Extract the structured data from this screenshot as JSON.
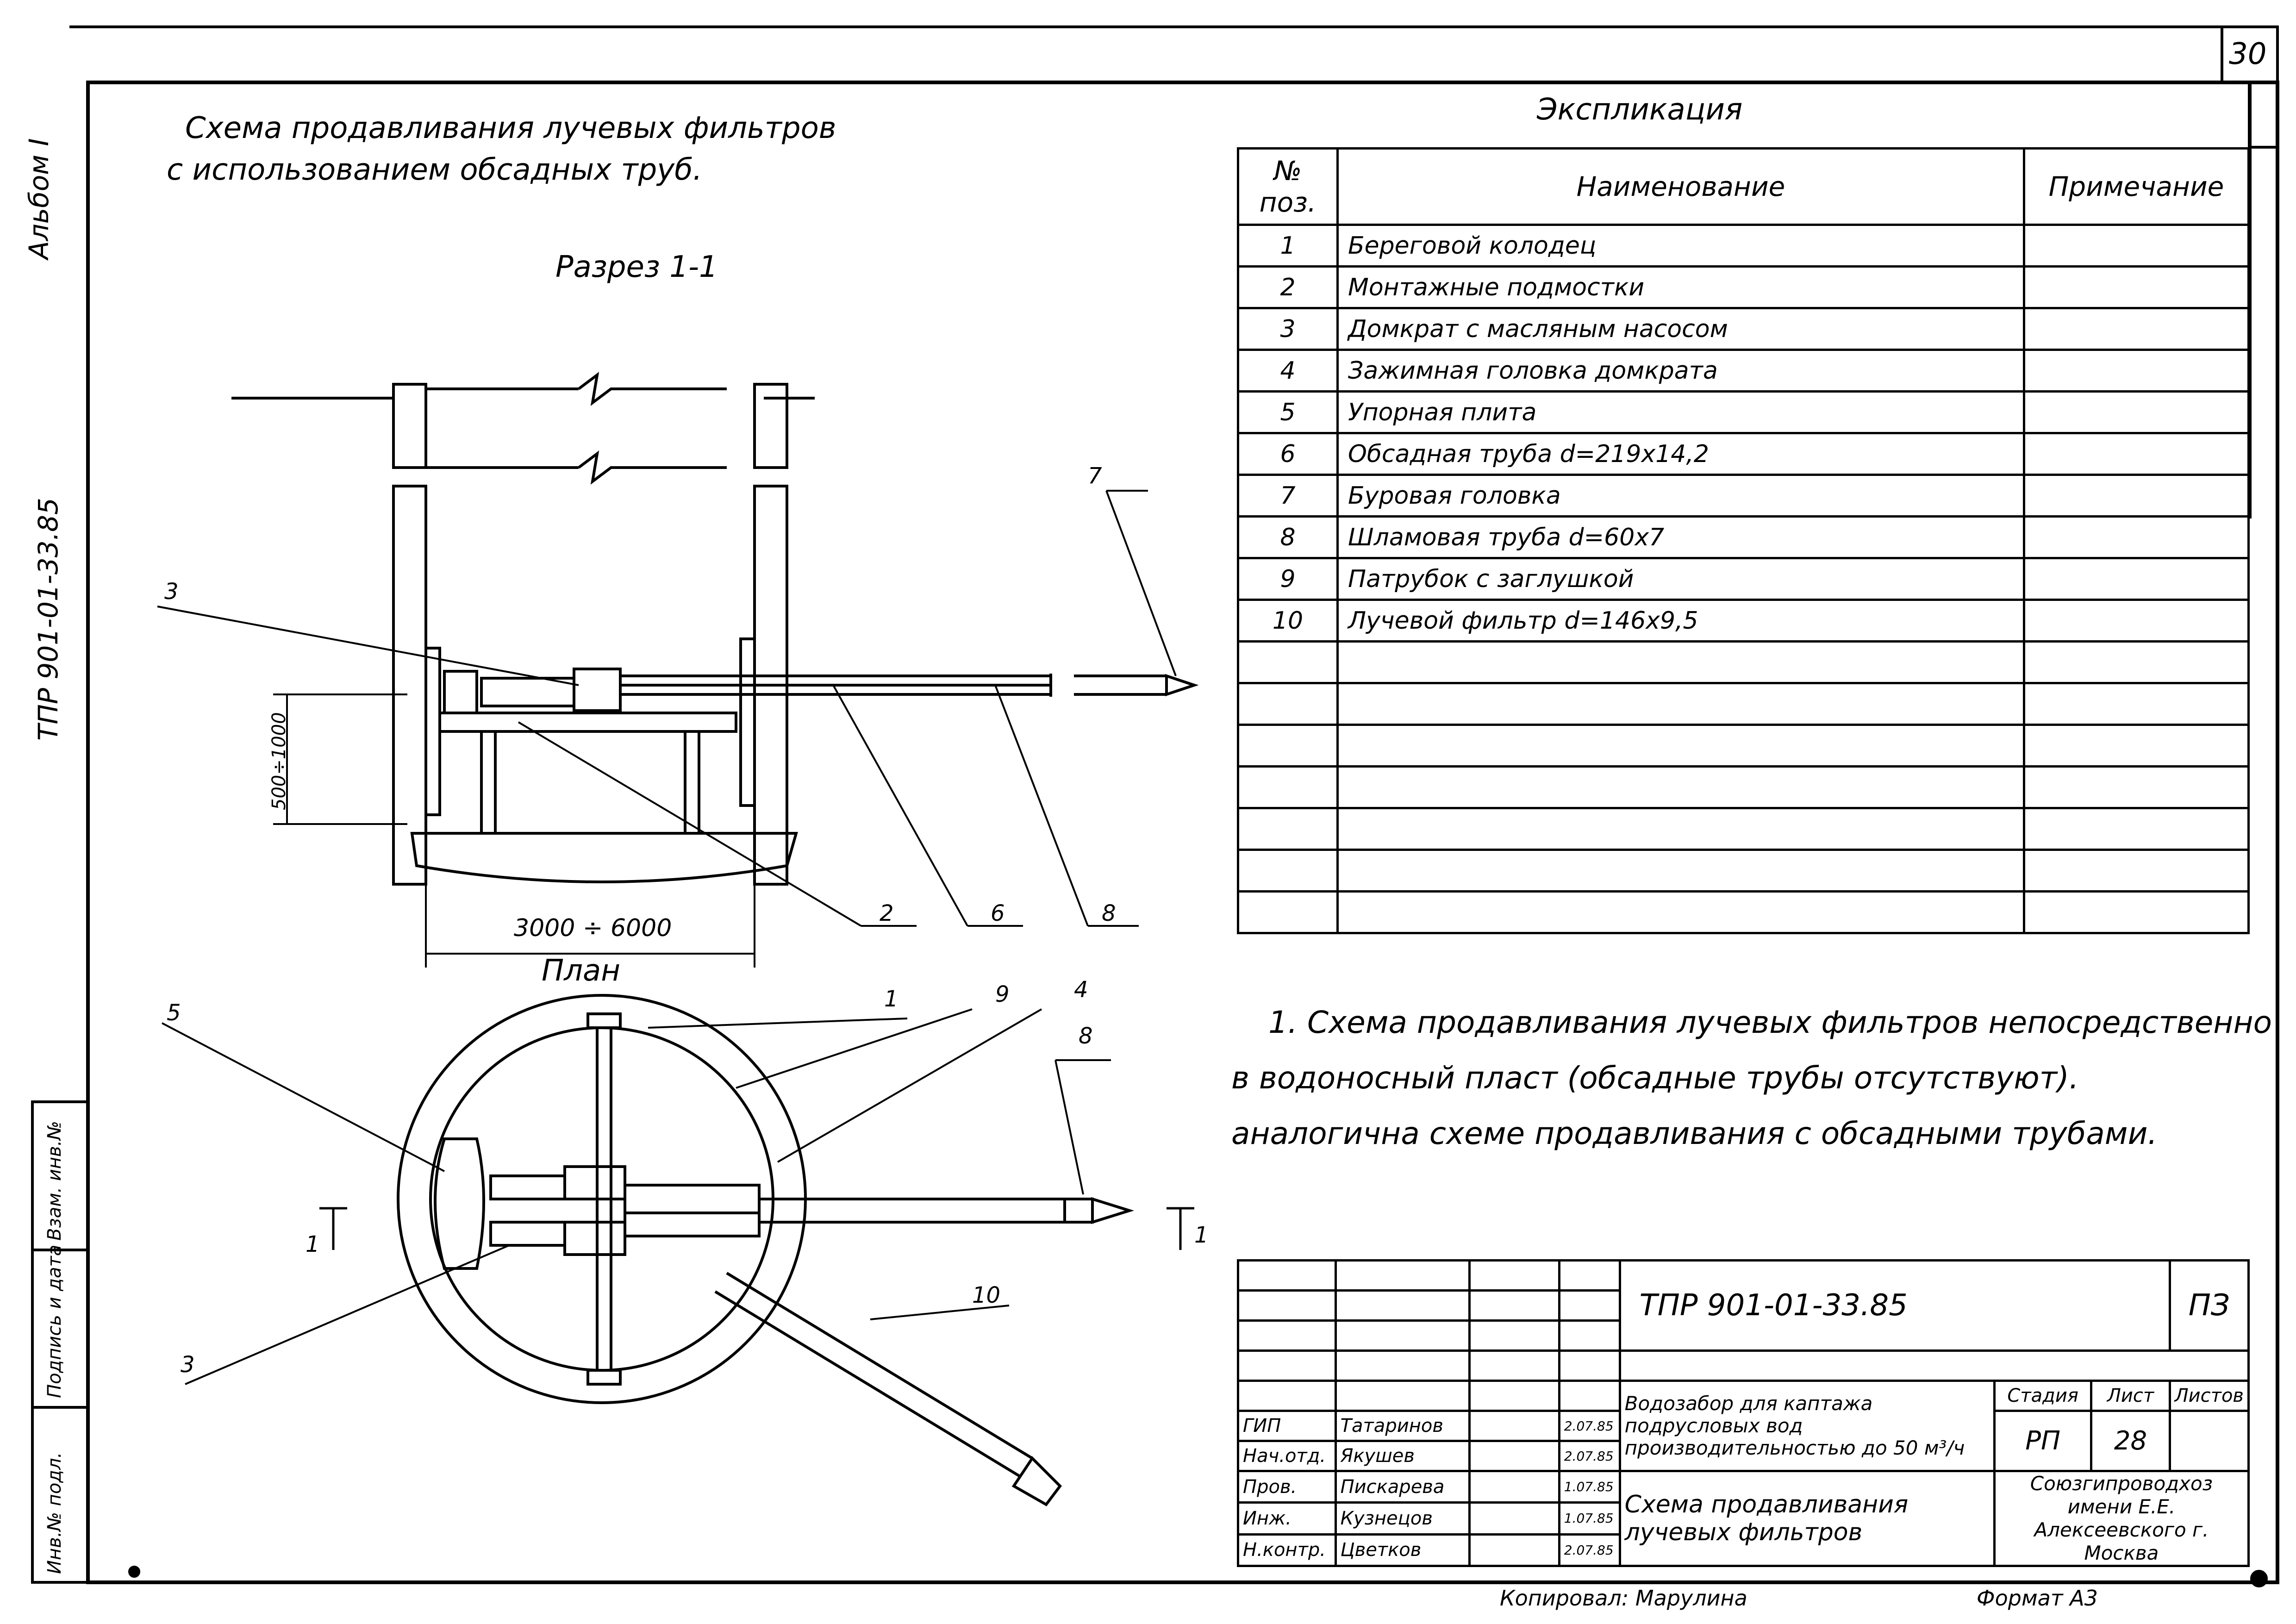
{
  "page_number": "30",
  "album_label": "Альбом I",
  "side_code": "ТПР 901-01-33.85",
  "drawing_title_line1": "Схема продавливания лучевых фильтров",
  "drawing_title_line2": "с использованием обсадных труб.",
  "section_title": "Разрез 1-1",
  "plan_title": "План",
  "dimensions": {
    "height_dim": "500÷1000",
    "width_dim": "3000 ÷ 6000"
  },
  "section_callouts": [
    "3",
    "7",
    "2",
    "6",
    "8"
  ],
  "plan_callouts": [
    "5",
    "1",
    "9",
    "4",
    "8",
    "3",
    "10"
  ],
  "cut_marks": [
    "1",
    "1"
  ],
  "explication": {
    "title": "Экспликация",
    "headers": {
      "pos": "№ поз.",
      "name": "Наименование",
      "note": "Примечание"
    },
    "rows": [
      {
        "pos": "1",
        "name": "Береговой колодец"
      },
      {
        "pos": "2",
        "name": "Монтажные подмостки"
      },
      {
        "pos": "3",
        "name": "Домкрат с масляным насосом"
      },
      {
        "pos": "4",
        "name": "Зажимная головка домкрата"
      },
      {
        "pos": "5",
        "name": "Упорная плита"
      },
      {
        "pos": "6",
        "name": "Обсадная труба d=219х14,2"
      },
      {
        "pos": "7",
        "name": "Буровая головка"
      },
      {
        "pos": "8",
        "name": "Шламовая труба d=60х7"
      },
      {
        "pos": "9",
        "name": "Патрубок с заглушкой"
      },
      {
        "pos": "10",
        "name": "Лучевой фильтр d=146х9,5"
      }
    ]
  },
  "note": {
    "line1": "1. Схема продавливания лучевых фильтров непосредственно",
    "line2": "в водоносный пласт (обсадные трубы отсутствуют).",
    "line3": "аналогична схеме продавливания с обсадными трубами."
  },
  "stamp": {
    "doc_code": "ТПР 901-01-33.85",
    "mark": "ПЗ",
    "project_desc": "Водозабор для каптажа подрусловых вод производительностью до 50 м³/ч",
    "sheet_title": "Схема продавливания лучевых фильтров",
    "stage_label": "Стадия",
    "sheet_label": "Лист",
    "sheets_label": "Листов",
    "stage": "РП",
    "sheet": "28",
    "org": "Союзгипроводхоз имени Е.Е. Алексеевского г. Москва",
    "signers": [
      {
        "role": "ГИП",
        "name": "Татаринов",
        "date": "2.07.85"
      },
      {
        "role": "Нач.отд.",
        "name": "Якушев",
        "date": "2.07.85"
      },
      {
        "role": "Пров.",
        "name": "Пискарева",
        "date": "1.07.85"
      },
      {
        "role": "Инж.",
        "name": "Кузнецов",
        "date": "1.07.85"
      },
      {
        "role": "Н.контр.",
        "name": "Цветков",
        "date": "2.07.85"
      }
    ]
  },
  "left_strip": {
    "inv_orig": "Инв.№ подл.",
    "sign_date": "Подпись и дата",
    "replace_inv": "Взам. инв.№"
  },
  "footer": {
    "copied_by": "Копировал: Марулина",
    "format": "Формат А3"
  }
}
